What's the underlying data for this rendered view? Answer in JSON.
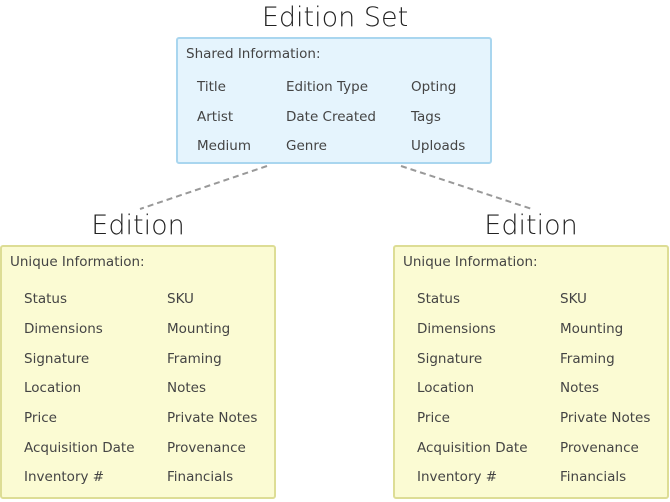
{
  "edition_set": {
    "title": "Edition Set",
    "heading": "Shared Information:",
    "fields": [
      "Title",
      "Edition Type",
      "Opting",
      "Artist",
      "Date Created",
      "Tags",
      "Medium",
      "Genre",
      "Uploads"
    ]
  },
  "editions": [
    {
      "title": "Edition",
      "heading": "Unique Information:",
      "fields": [
        "Status",
        "SKU",
        "Dimensions",
        "Mounting",
        "Signature",
        "Framing",
        "Location",
        "Notes",
        "Price",
        "Private Notes",
        "Acquisition Date",
        "Provenance",
        "Inventory #",
        "Financials"
      ]
    },
    {
      "title": "Edition",
      "heading": "Unique Information:",
      "fields": [
        "Status",
        "SKU",
        "Dimensions",
        "Mounting",
        "Signature",
        "Framing",
        "Location",
        "Notes",
        "Price",
        "Private Notes",
        "Acquisition Date",
        "Provenance",
        "Inventory #",
        "Financials"
      ]
    }
  ],
  "colors": {
    "shared_fill": "#e5f4fd",
    "shared_border": "#a9d6ef",
    "unique_fill": "#fbfbd3",
    "unique_border": "#dddd95",
    "connector": "#999999"
  }
}
